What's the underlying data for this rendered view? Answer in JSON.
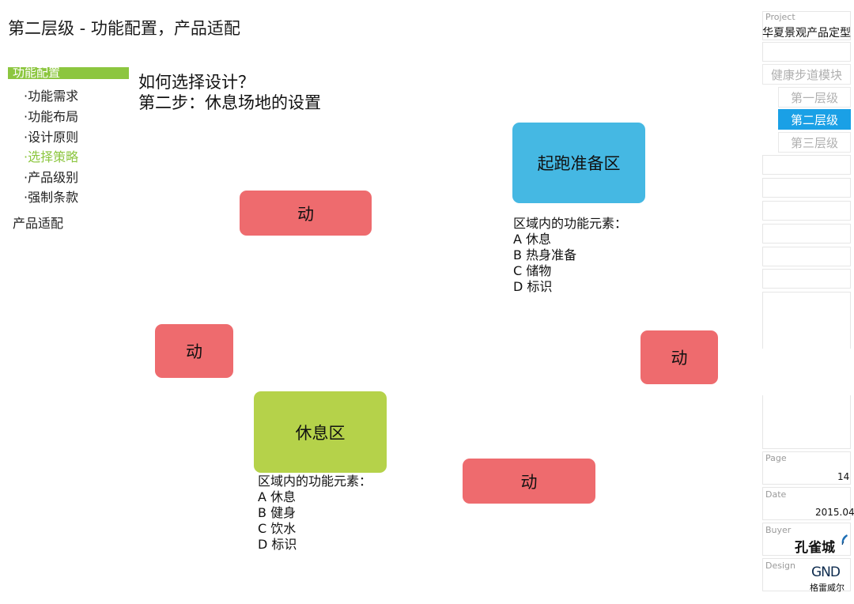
{
  "page_title": "第二层级 - 功能配置，产品适配",
  "nav": {
    "active_label": "功能配置",
    "sub_items": [
      "·功能需求",
      "·功能布局",
      "·设计原则",
      "·选择策略",
      "·产品级别",
      "·强制条款"
    ],
    "active_sub_index": 3,
    "top_item": "产品适配"
  },
  "heading": {
    "line1": "如何选择设计？",
    "line2": "第二步：休息场地的设置"
  },
  "zones": {
    "dong_label": "动",
    "qipao": {
      "label": "起跑准备区",
      "elements_title": "区域内的功能元素：",
      "elements": [
        "A 休息",
        "B 热身准备",
        "C 储物",
        "D 标识"
      ]
    },
    "xiuxi": {
      "label": "休息区",
      "elements_title": "区域内的功能元素：",
      "elements": [
        "A 休息",
        "B 健身",
        "C 饮水",
        "D 标识"
      ]
    }
  },
  "colors": {
    "accent_green": "#8cc63f",
    "dong_red": "#ee6b6e",
    "qipao_blue": "#45b8e3",
    "xiuxi_green": "#b5d24a",
    "active_blue": "#1aa0e6"
  },
  "right_panel": {
    "project_label": "Project",
    "project_value": "华夏景观产品定型",
    "module": "健康步道模块",
    "levels": [
      "第一层级",
      "第二层级",
      "第三层级"
    ],
    "active_level_index": 1,
    "page_label": "Page",
    "page_value": "14",
    "date_label": "Date",
    "date_value": "2015.04",
    "buyer_label": "Buyer",
    "buyer_logo": "孔雀城",
    "buyer_icon": "feather-icon",
    "design_label": "Design",
    "design_logo": "GND",
    "design_logo_sub": "格雷威尔"
  }
}
